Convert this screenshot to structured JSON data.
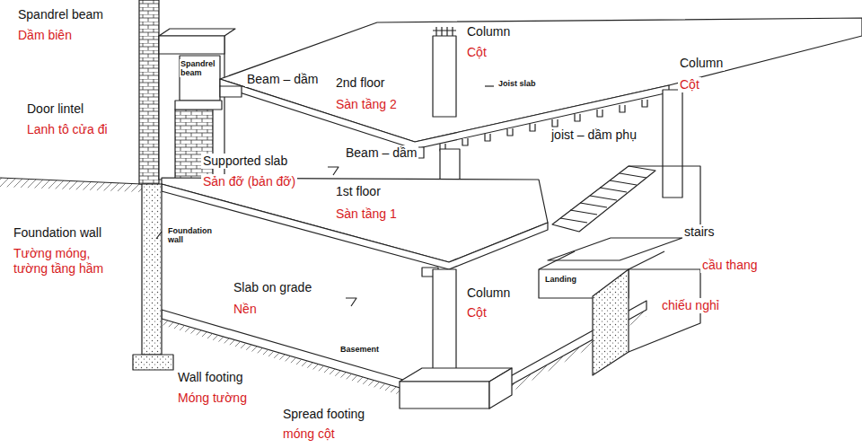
{
  "diagram": {
    "labels": [
      "Spandrel beam",
      "Dầm biên",
      "Door lintel",
      "Lanh tô cửa đi",
      "Foundation wall",
      "Tường móng, tường tầng hầm",
      "Beam – dầm",
      "2nd floor",
      "Sàn tầng 2",
      "Column",
      "Cột",
      "Column",
      "Cột",
      "joist – dầm phụ",
      "Beam – dầm",
      "Supported slab",
      "Sản đỡ (bản đỡ)",
      "1st floor",
      "Sàn tầng 1",
      "stairs",
      "cầu thang",
      "chiếu nghỉ",
      "Slab on grade",
      "Nền",
      "Column",
      "Cột",
      "Wall footing",
      "Móng tường",
      "Spread footing",
      "móng cột",
      "Spandrel beam",
      "Foundation wall",
      "Joist slab",
      "Landing",
      "Basement"
    ]
  }
}
